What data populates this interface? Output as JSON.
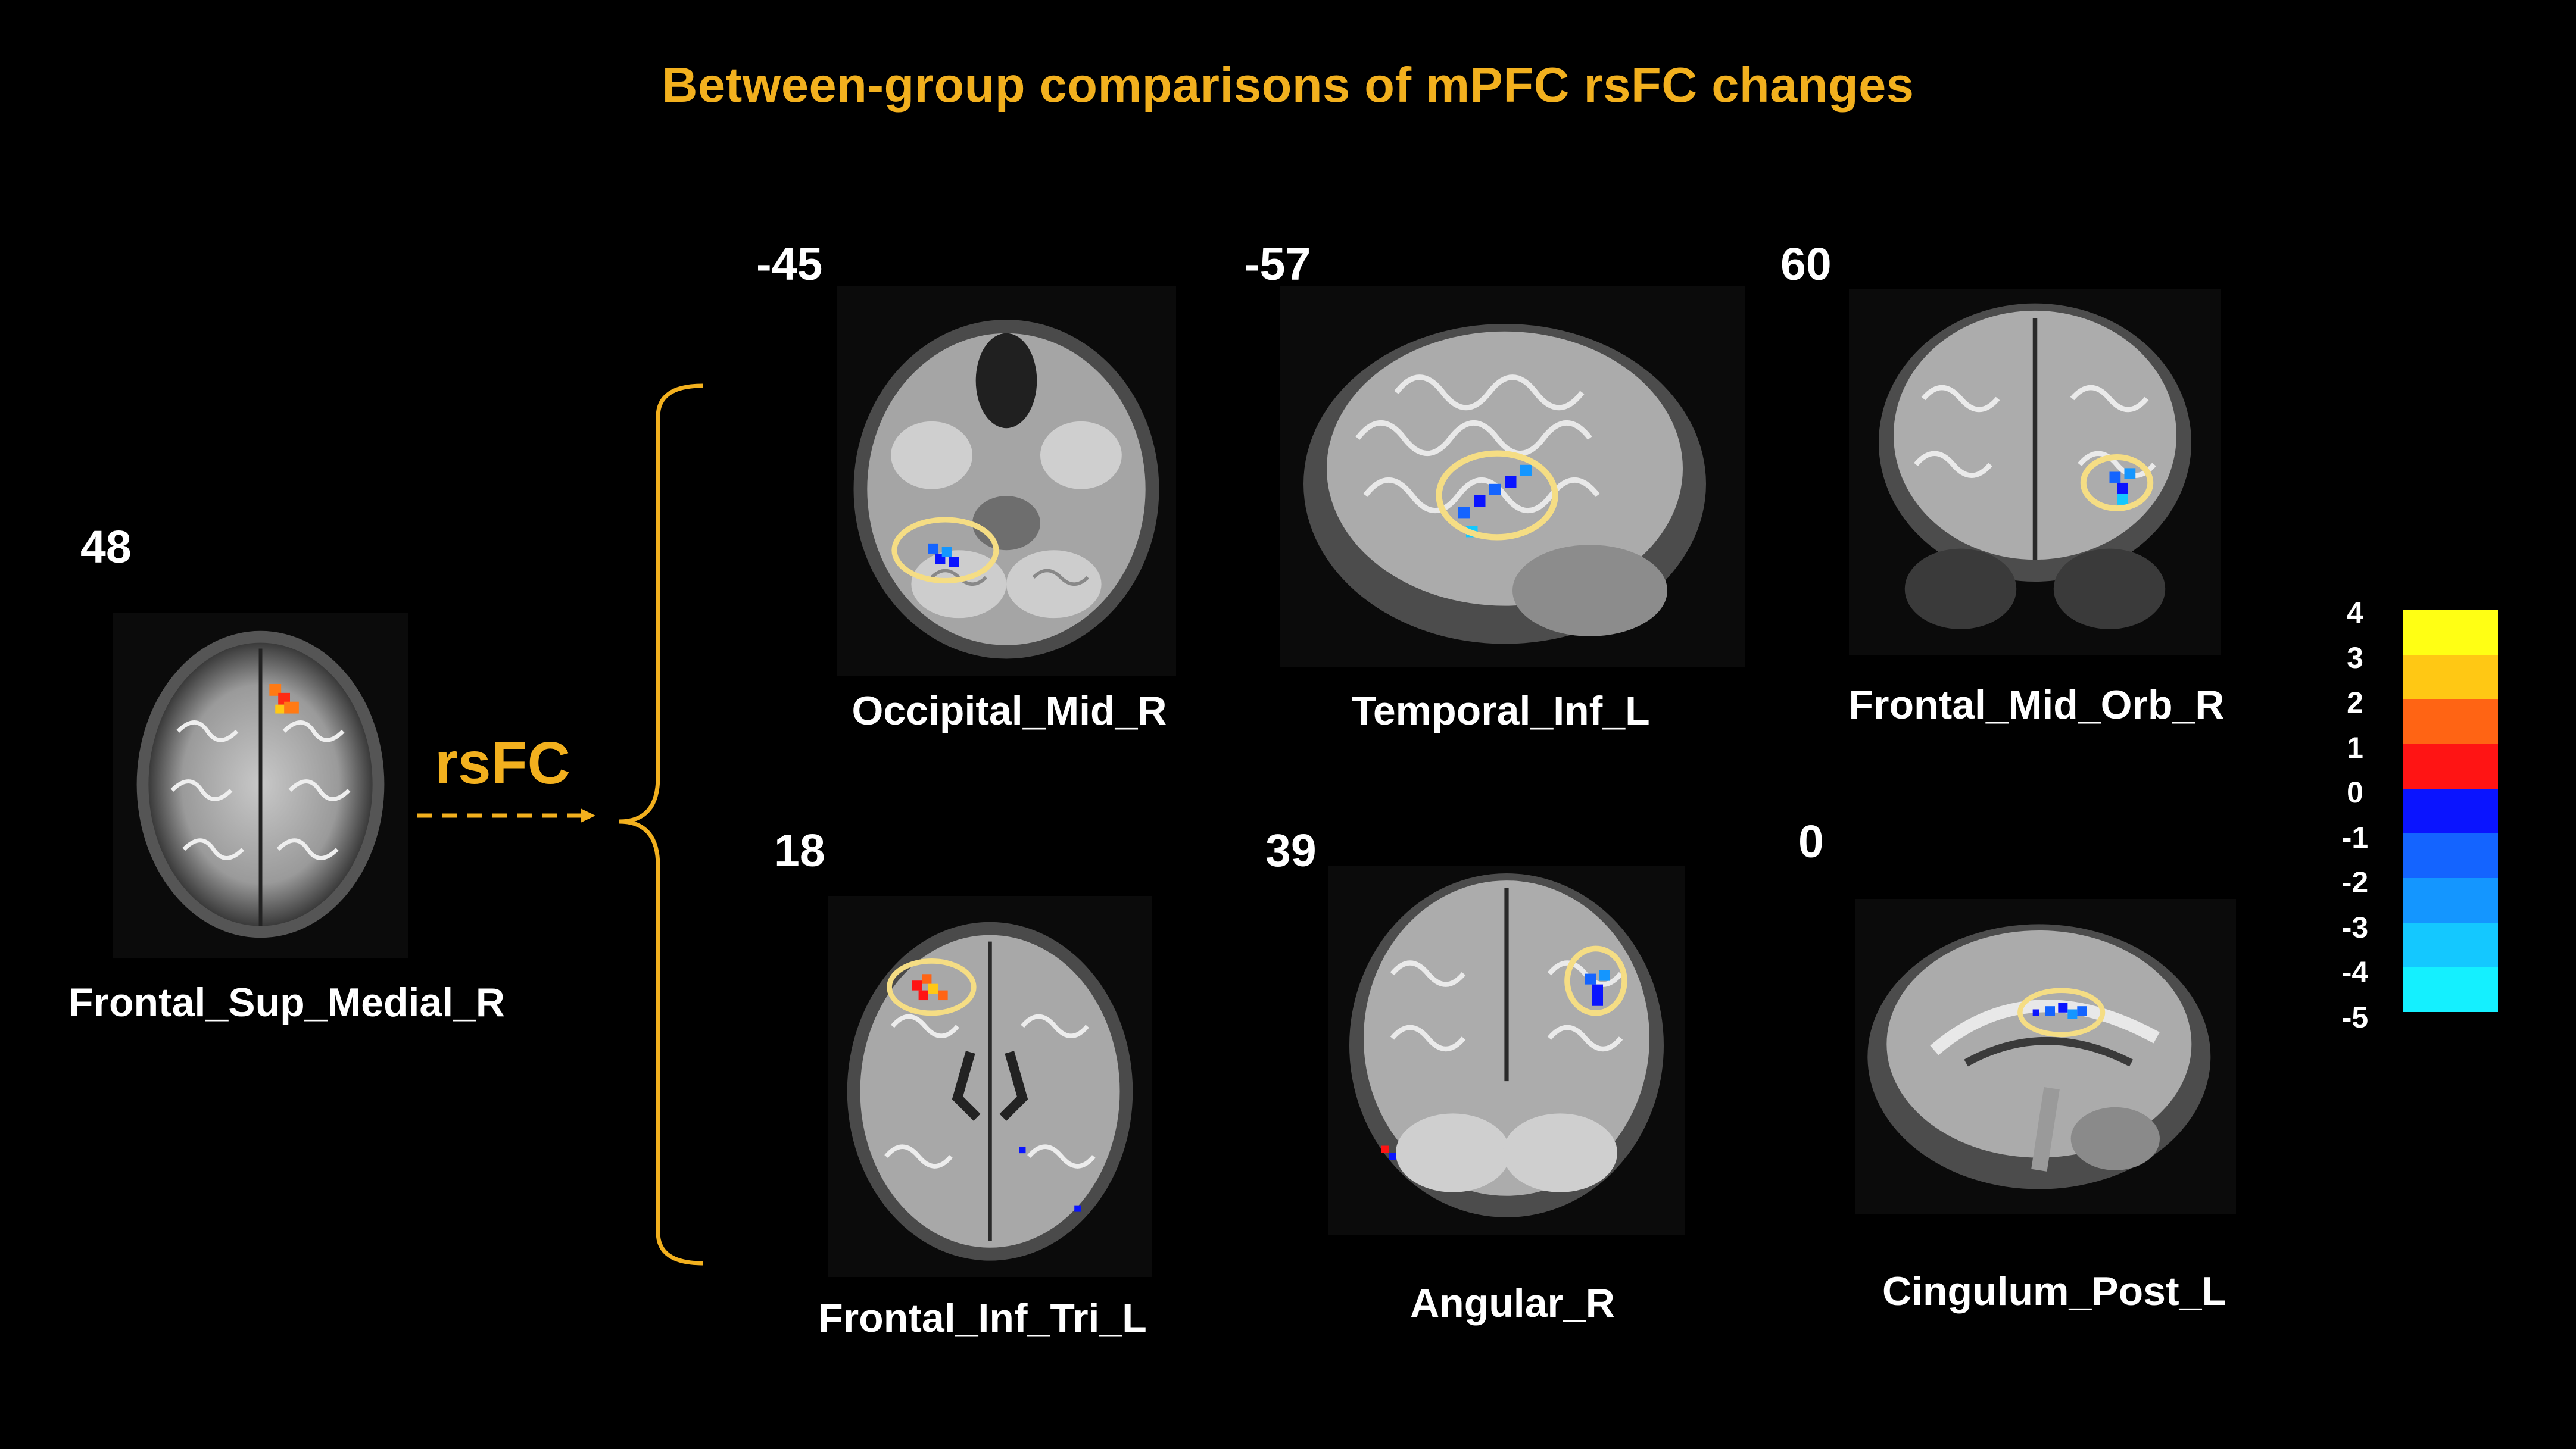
{
  "title": "Between-group comparisons of mPFC rsFC changes",
  "seed": {
    "slice": "48",
    "region": "Frontal_Sup_Medial_R"
  },
  "connector_label": "rsFC",
  "panels": [
    {
      "slice": "-45",
      "region": "Occipital_Mid_R",
      "view": "axial-inferior"
    },
    {
      "slice": "-57",
      "region": "Temporal_Inf_L",
      "view": "sagittal-lateral"
    },
    {
      "slice": "60",
      "region": "Frontal_Mid_Orb_R",
      "view": "coronal-anterior"
    },
    {
      "slice": "18",
      "region": "Frontal_Inf_Tri_L",
      "view": "axial-mid"
    },
    {
      "slice": "39",
      "region": "Angular_R",
      "view": "coronal-posterior"
    },
    {
      "slice": "0",
      "region": "Cingulum_Post_L",
      "view": "sagittal-midline"
    }
  ],
  "colorbar": {
    "ticks": [
      "4",
      "3",
      "2",
      "1",
      "0",
      "-1",
      "-2",
      "-3",
      "-4",
      "-5"
    ],
    "colors": [
      "#ffff14",
      "#ffc814",
      "#ff6414",
      "#ff1414",
      "#0a14ff",
      "#1464ff",
      "#1496ff",
      "#14c8ff",
      "#14f0ff"
    ]
  },
  "colors": {
    "accent": "#f2b01e",
    "highlight_ring": "#f5dd84"
  }
}
